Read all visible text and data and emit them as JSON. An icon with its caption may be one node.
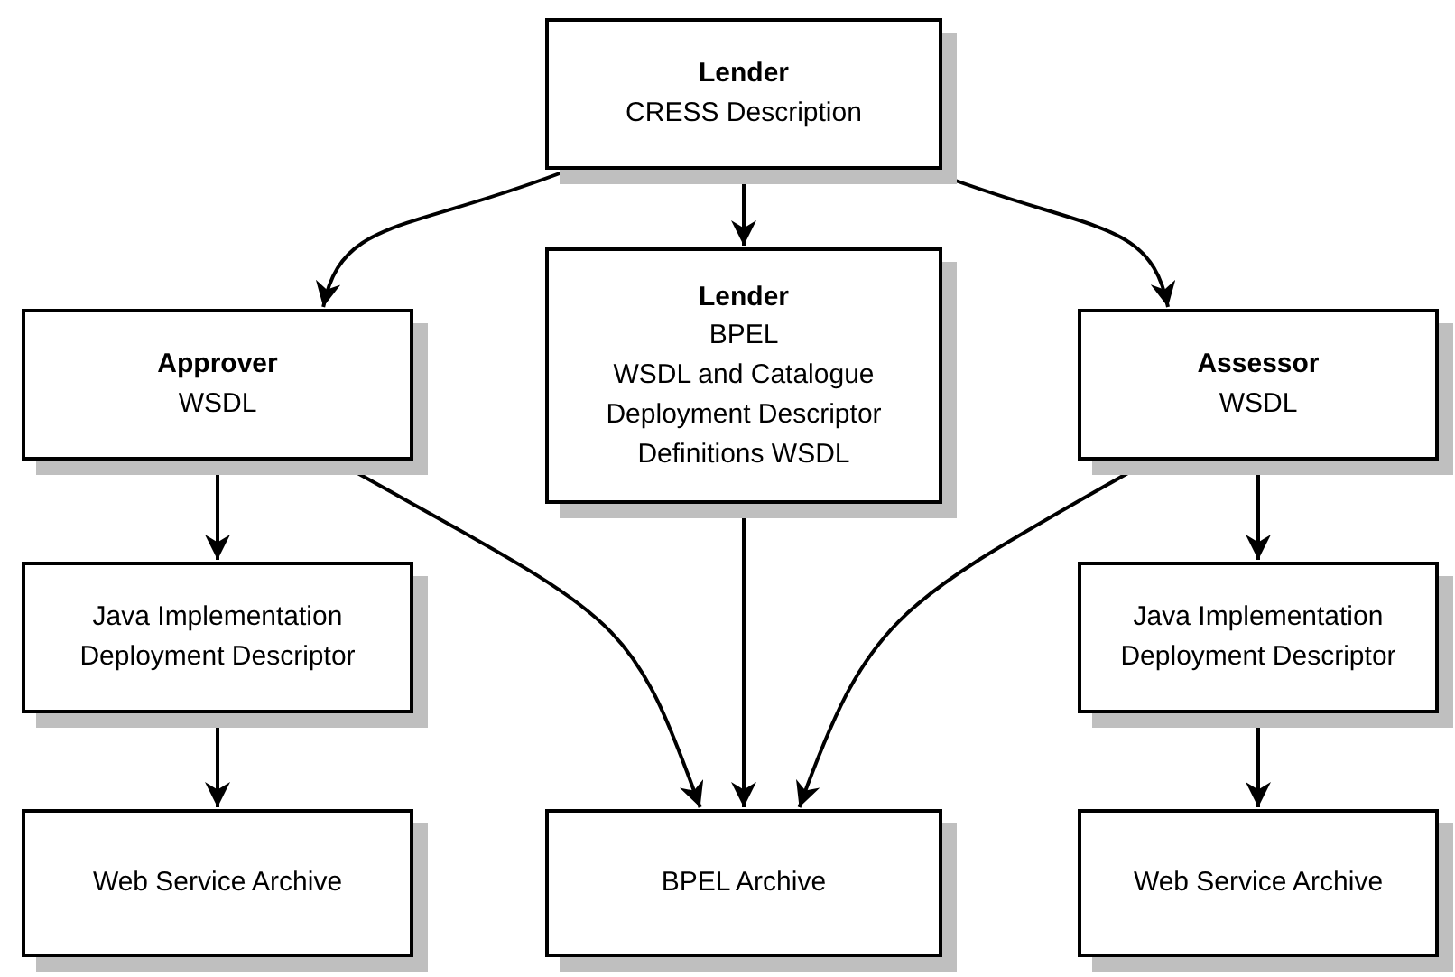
{
  "diagram": {
    "nodes": [
      {
        "text": [
          "Lender",
          "CRESS Description"
        ]
      },
      {
        "text": [
          "Approver",
          "WSDL"
        ]
      },
      {
        "text": [
          "Lender",
          "BPEL",
          "WSDL and Catalogue",
          "Deployment Descriptor",
          "Definitions WSDL"
        ]
      },
      {
        "text": [
          "Assessor",
          "WSDL"
        ]
      },
      {
        "text": [
          "Java Implementation Deployment Descriptor"
        ]
      },
      {
        "text": [
          "Java Implementation Deployment Descriptor"
        ]
      },
      {
        "text": [
          "Web Service Archive"
        ]
      },
      {
        "text": [
          "BPEL Archive"
        ]
      },
      {
        "text": [
          "Web Service Archive"
        ]
      }
    ],
    "edges": [
      {
        "from": 0,
        "to": 1,
        "arrow": "to"
      },
      {
        "from": 0,
        "to": 2,
        "arrow": "to"
      },
      {
        "from": 0,
        "to": 3,
        "arrow": "to"
      },
      {
        "from": 1,
        "to": 4,
        "arrow": "to"
      },
      {
        "from": 1,
        "to": 7,
        "arrow": "to"
      },
      {
        "from": 2,
        "to": 7,
        "arrow": "to"
      },
      {
        "from": 3,
        "to": 7,
        "arrow": "to"
      },
      {
        "from": 3,
        "to": 5,
        "arrow": "to"
      },
      {
        "from": 4,
        "to": 6,
        "arrow": "to"
      },
      {
        "from": 5,
        "to": 8,
        "arrow": "to"
      }
    ]
  }
}
